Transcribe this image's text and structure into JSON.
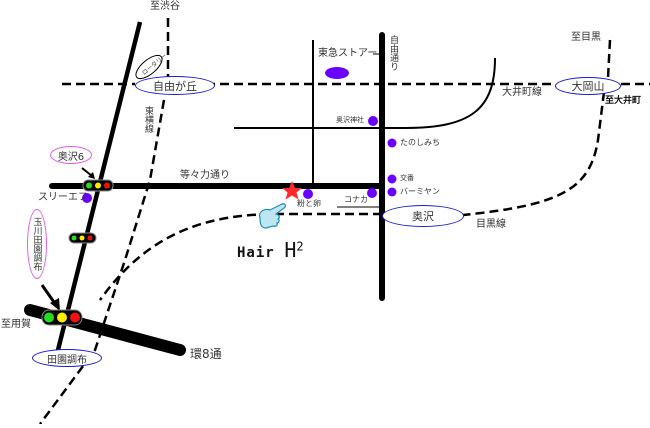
{
  "map": {
    "title": "Hair H2 access map",
    "shop": {
      "name": "Hair",
      "name_suffix": "H",
      "superscript": "2",
      "marker_icon": "star-icon",
      "pointer_icon": "pointing-hand-icon",
      "marker_color": "#ff2a2a"
    },
    "directions": {
      "to_shibuya": "至渋谷",
      "to_meguro": "至目黒",
      "to_oimachi": "至大井町",
      "to_yoga": "至用賀"
    },
    "stations": {
      "jiyugaoka": "自由が丘",
      "ookayama": "大岡山",
      "okusawa": "奥沢",
      "denenchofu": "田園調布"
    },
    "rail_lines": {
      "toyoko": "東横線",
      "oimachi": "大井町線",
      "meguro": "目黒線"
    },
    "roads": {
      "todoroki": "等々力通り",
      "jiyu_dori": "自由通り",
      "kan8": "環8通"
    },
    "landmarks": {
      "tokyu_store": "東急ストアー",
      "okusawa_shrine": "奥沢神社",
      "tanoshimichi": "たのしみち",
      "koban": "交番",
      "baamiyan": "バーミヤン",
      "konaka": "コナカ",
      "kona_to_tamago": "粉と卵",
      "three_f": "スリーエフ",
      "rotary": "ロータリー"
    },
    "callouts": {
      "okusawa6": "奥沢6",
      "tamagawa_denenchofu": "玉川田園調布"
    },
    "colors": {
      "road": "#000000",
      "station_oval": "#1c1ccc",
      "callout_oval": "#e060e0",
      "poi_dot": "#6a00ff",
      "signal_green": "#22dd22",
      "signal_yellow": "#ffee00",
      "signal_red": "#ee1111"
    }
  }
}
